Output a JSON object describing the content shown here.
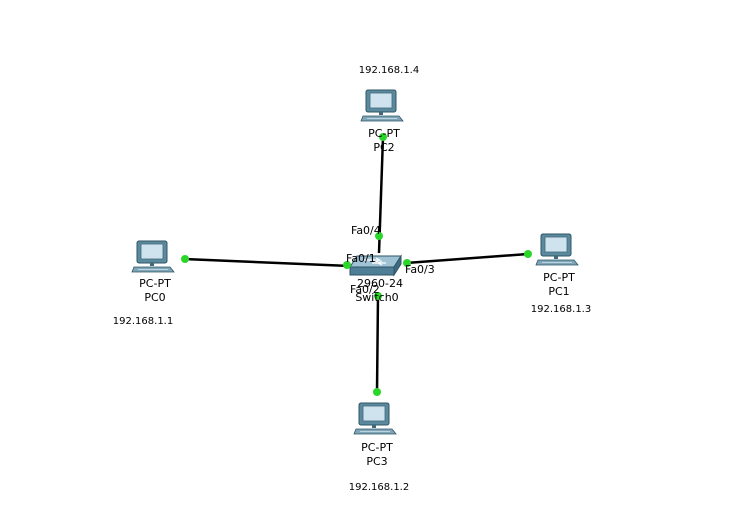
{
  "colors": {
    "link": "#000000",
    "port_up": "#2ad62a",
    "pc_frame": "#5b8a9e",
    "pc_screen": "#cfe3ee",
    "switch_top": "#9fc3d5",
    "switch_side": "#4f7f96"
  },
  "devices": {
    "pc2": {
      "model": "PC-PT",
      "name": "PC2",
      "ip": "192.168.1.4",
      "icon": "pc-icon"
    },
    "pc0": {
      "model": "PC-PT",
      "name": "PC0",
      "ip": "192.168.1.1",
      "icon": "pc-icon"
    },
    "pc1": {
      "model": "PC-PT",
      "name": "PC1",
      "ip": "192.168.1.3",
      "icon": "pc-icon"
    },
    "pc3": {
      "model": "PC-PT",
      "name": "PC3",
      "ip": "192.168.1.2",
      "icon": "pc-icon"
    },
    "switch0": {
      "model": "2960-24",
      "name": "Switch0",
      "icon": "switch-icon"
    }
  },
  "ports": {
    "fa0_1": "Fa0/1",
    "fa0_2": "Fa0/2",
    "fa0_3": "Fa0/3",
    "fa0_4": "Fa0/4"
  }
}
